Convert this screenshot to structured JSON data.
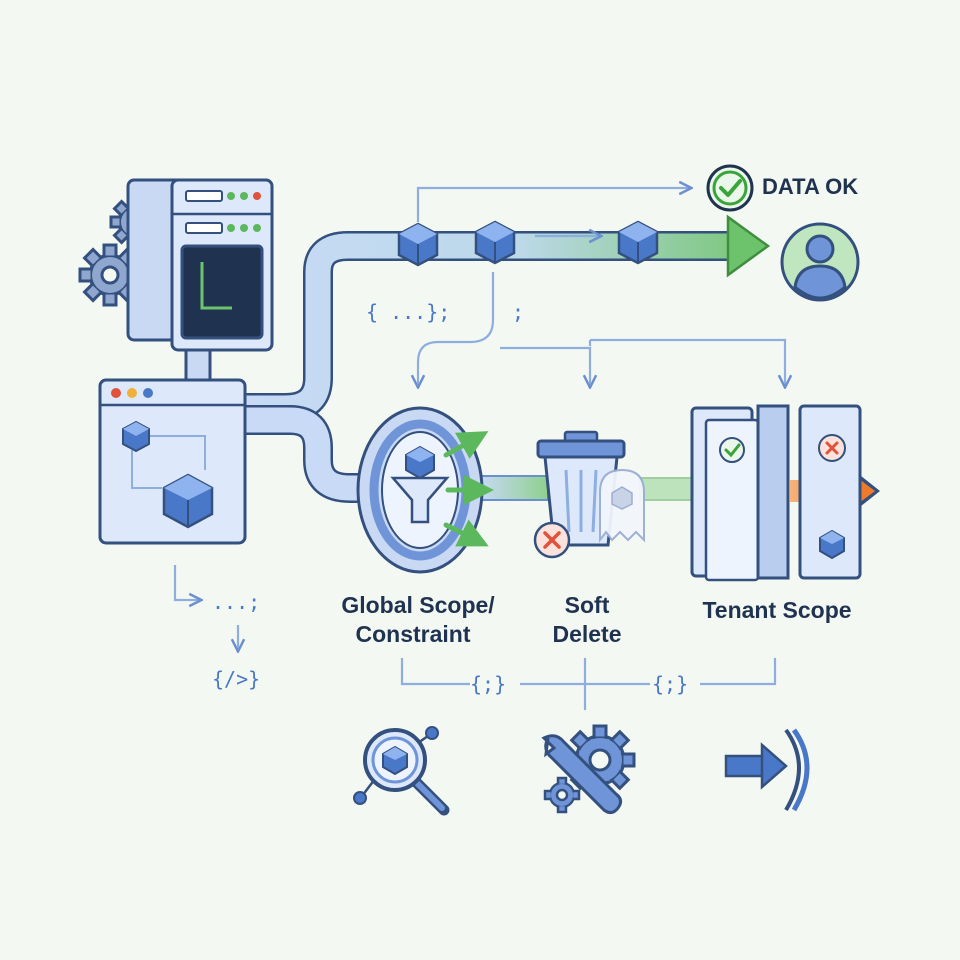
{
  "status": {
    "text": "DATA OK",
    "color": "#2f9e44"
  },
  "stages": [
    {
      "title": "Global Scope/",
      "subtitle": "Constraint"
    },
    {
      "title": "Soft",
      "subtitle": "Delete"
    },
    {
      "title": "Tenant Scope",
      "subtitle": ""
    }
  ],
  "code_snippets": {
    "upper_block": "{ ...};",
    "upper_semicolon": ";",
    "ellipsis": "...;",
    "jsx_tag": "{/>}",
    "bottom_left": "{;}",
    "bottom_right": "{;}"
  },
  "icons": {
    "server": "server-terminal-icon",
    "gears": "gears-icon",
    "browser": "browser-window-icon",
    "user": "user-avatar-icon",
    "check": "check-circle-icon",
    "filter": "filter-funnel-icon",
    "trash": "trash-can-icon",
    "ghost": "ghost-record-icon",
    "gate": "tenant-gate-icon",
    "search": "magnifier-inspect-icon",
    "tools": "wrench-gear-icon",
    "exit": "exit-arrow-icon"
  },
  "colors": {
    "primary": "#4a78c8",
    "outline": "#34507e",
    "light_blue": "#dde8fb",
    "green": "#5cb85c",
    "orange": "#f08a3c",
    "red": "#e0523a",
    "background": "#f4f8f2"
  }
}
